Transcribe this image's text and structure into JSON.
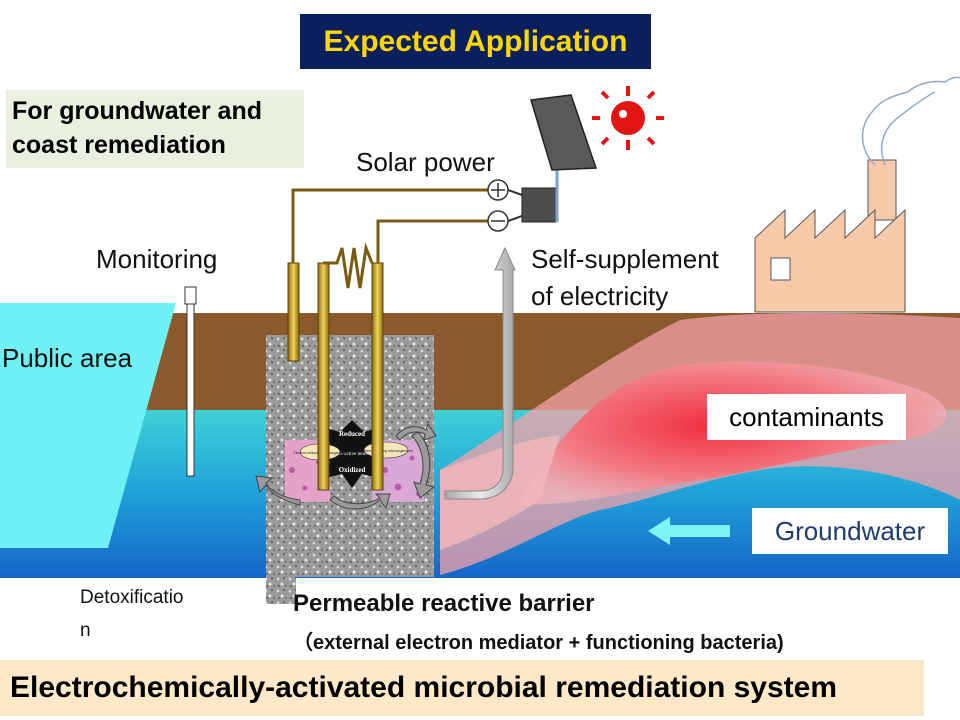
{
  "title": "Expected Application",
  "scope": "For groundwater and coast remediation",
  "labels": {
    "solar": "Solar power",
    "monitoring": "Monitoring",
    "self_supplement_1": "Self-supplement",
    "self_supplement_2": "of electricity",
    "public_area": "Public area",
    "contaminants": "contaminants",
    "groundwater": "Groundwater",
    "detox_1": "Detoxificatio",
    "detox_2": "n",
    "prb_title": "Permeable reactive barrier",
    "prb_sub": "（external electron mediator + functioning bacteria)"
  },
  "inset": {
    "top": "Reduced",
    "middle": "Redox-active moieties",
    "bottom": "Oxidized",
    "left_ellipse": "Electron-reducing microorganisms",
    "right_ellipse": "Electron-oxidizing microorganisms"
  },
  "footer": "Electrochemically-activated  microbial remediation system",
  "colors": {
    "title_bg": "#0b1f5c",
    "title_text": "#ffd700",
    "soil": "#8a5a2c",
    "water": "#2aa8d8",
    "contaminant": "#ee3b4a",
    "public_area": "#6ff0f5",
    "footer_bg": "#fde9c8"
  }
}
